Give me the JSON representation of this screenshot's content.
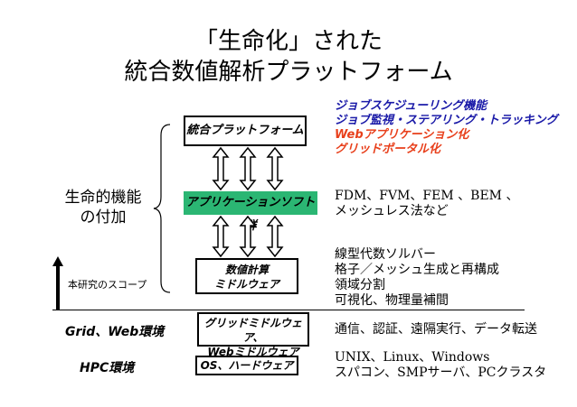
{
  "title": {
    "line1": "「生命化」された",
    "line2": "統合数値解析プラットフォーム"
  },
  "features": [
    {
      "text": "ジョブスケジューリング機能",
      "color": "#1a1aa8"
    },
    {
      "text": "ジョブ監視・ステアリング・トラッキング",
      "color": "#1a1aa8"
    },
    {
      "text": "Webアプリケーション化",
      "color": "#e8401c"
    },
    {
      "text": "グリッドポータル化",
      "color": "#e8401c"
    }
  ],
  "stack": {
    "platform": "統合プラットフォーム",
    "apps": "アプリケーションソフト群",
    "middleware_line1": "数値計算",
    "middleware_line2": "ミドルウェア",
    "grid_line1": "グリッドミドルウェア、",
    "grid_line2": "Webミドルウェア",
    "os": "OS、ハードウェア"
  },
  "left": {
    "life_line1": "生命的機能",
    "life_line2": "の付加",
    "scope": "本研究のスコープ",
    "grid_env": "Grid、Web環境",
    "hpc_env": "HPC環境"
  },
  "notes": {
    "apps_line1": "FDM、FVM、FEM 、BEM 、",
    "apps_line2": "メッシュレス法など",
    "mw_line1": "線型代数ソルバー",
    "mw_line2": "格子／メッシュ生成と再構成",
    "mw_line3": "領域分割",
    "mw_line4": "可視化、物理量補間",
    "grid": "通信、認証、遠隔実行、データ転送",
    "hpc_line1": "UNIX、Linux、Windows",
    "hpc_line2": "スパコン、SMPサーバ、PCクラスタ"
  },
  "colors": {
    "feature_blue": "#1a1aa8",
    "feature_red": "#e8401c",
    "apps_box": "#2bb673"
  }
}
